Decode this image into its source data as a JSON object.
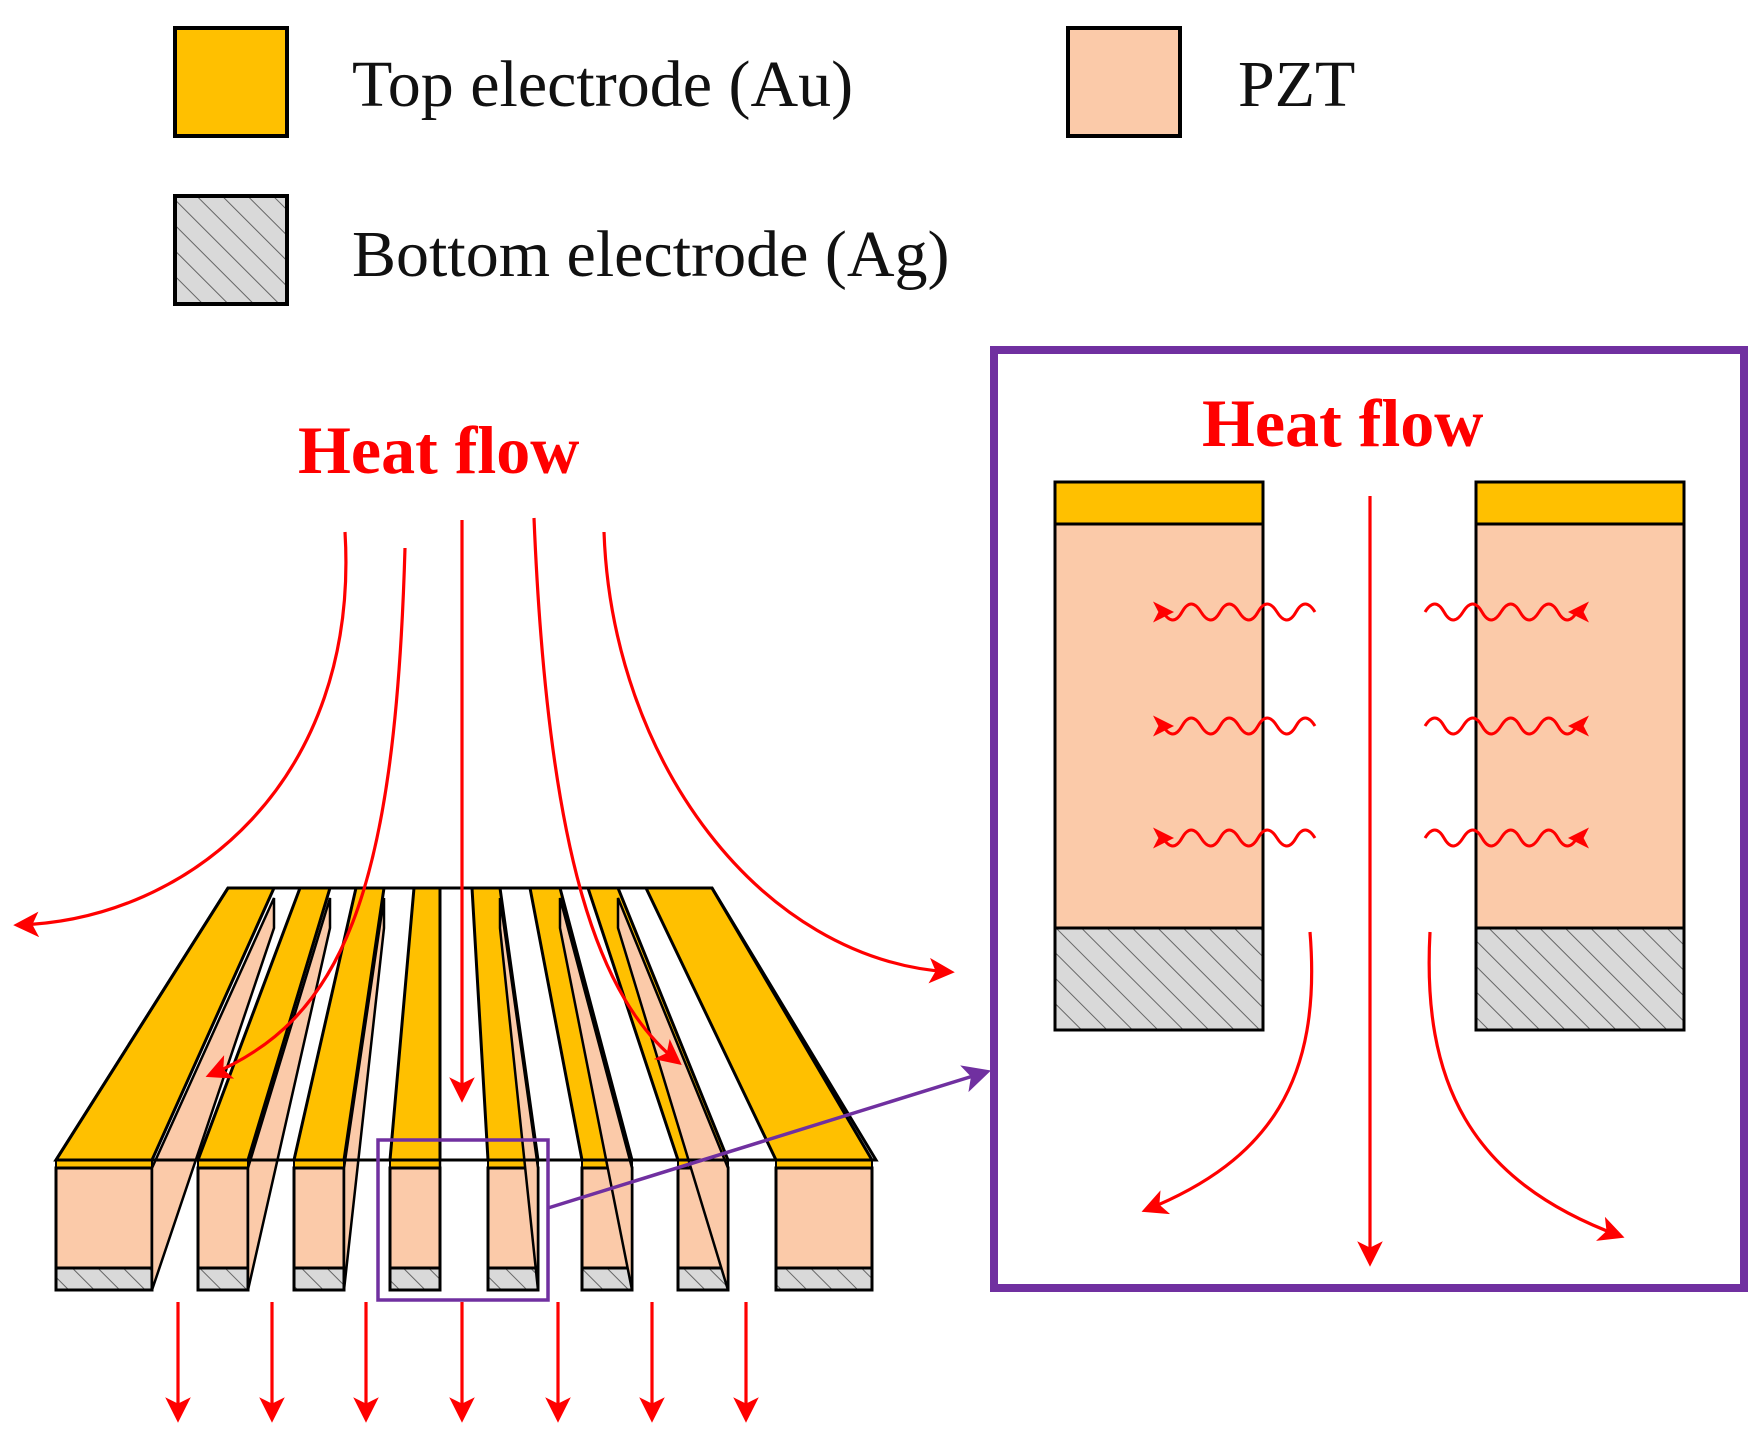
{
  "legend": {
    "top_electrode": "Top electrode (Au)",
    "pzt": "PZT",
    "bottom_electrode": "Bottom electrode (Ag)"
  },
  "diagram": {
    "heat_flow_label_left": "Heat flow",
    "heat_flow_label_right": "Heat flow"
  },
  "colors": {
    "gold": "#FFC000",
    "pzt": "#FBCAA9",
    "silver": "#D9D9D9",
    "heat_arrow": "#FF0000",
    "zoom_frame": "#7030A0",
    "outline": "#000000"
  },
  "icons": {
    "heat_arrow": "red-arrow",
    "radiation_arrow": "wavy-double-arrow",
    "zoom_link": "purple-arrow"
  }
}
